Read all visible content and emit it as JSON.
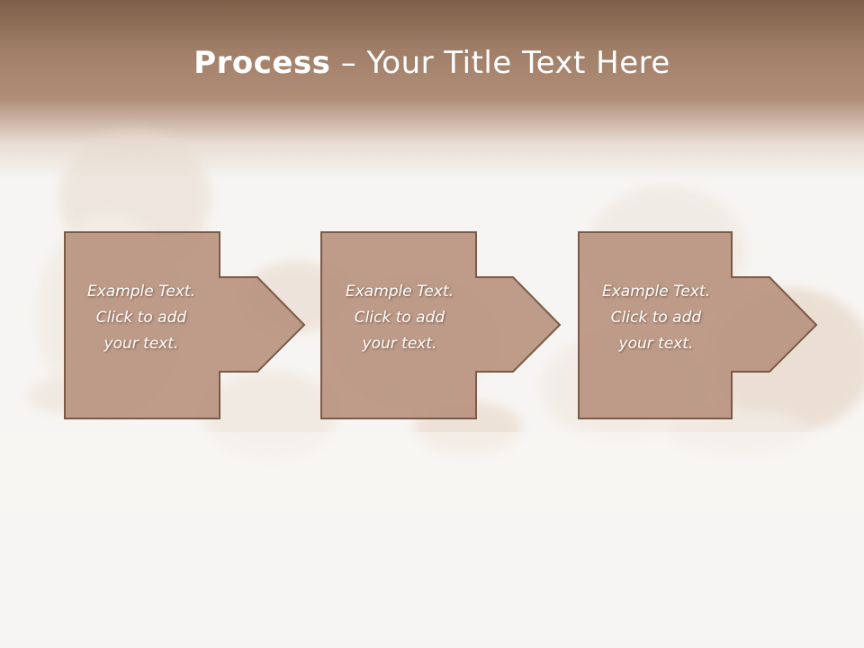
{
  "slide": {
    "title_bold": "Process",
    "title_rest": " – Your Title Text Here"
  },
  "steps": [
    {
      "line1": "Example Text.",
      "line2": "Click  to add",
      "line3": "your text."
    },
    {
      "line1": "Example Text.",
      "line2": "Click  to add",
      "line3": "your text."
    },
    {
      "line1": "Example Text.",
      "line2": "Click  to add",
      "line3": "your text."
    }
  ],
  "colors": {
    "title_band": "#a07e67",
    "box_fill": "#b89480",
    "box_border": "#7a5a48",
    "text": "#ffffff"
  },
  "background_image": "faded-puppies-photo"
}
